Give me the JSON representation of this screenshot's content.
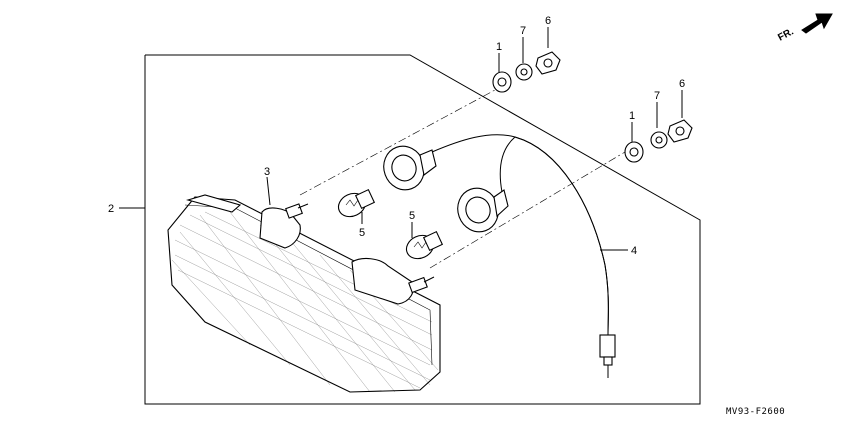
{
  "diagram": {
    "code": "MV93-F2600",
    "direction_label": "FR.",
    "callouts": {
      "grommet_upper": "1",
      "washer_upper": "7",
      "nut_upper": "6",
      "grommet_lower": "1",
      "washer_lower": "7",
      "nut_lower": "6",
      "lens_housing": "2",
      "tail_lamp": "3",
      "bulb_left": "5",
      "bulb_center": "5",
      "wire_harness": "4"
    }
  }
}
